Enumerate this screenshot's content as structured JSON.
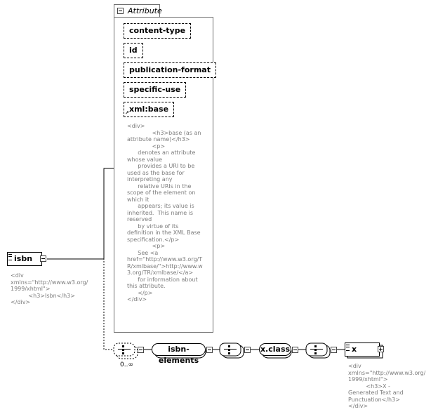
{
  "root_element": {
    "name": "isbn",
    "documentation": "<div\nxmlns=\"http://www.w3.org/\n1999/xhtml\">\n          <h3>Isbn</h3>\n</div>"
  },
  "attribute_group": {
    "label": "Attribute",
    "attributes": [
      {
        "name": "content-type"
      },
      {
        "name": "id"
      },
      {
        "name": "publication-format"
      },
      {
        "name": "specific-use"
      },
      {
        "name": "xml:base",
        "is_reference": true
      }
    ],
    "xml_base_documentation": "<div>\n              <h3>base (as an\nattribute name)</h3>\n              <p>\n      denotes an attribute\nwhose value\n      provides a URI to be\nused as the base for\ninterpreting any\n      relative URIs in the\nscope of the element on\nwhich it\n      appears; its value is\ninherited.  This name is\nreserved\n      by virtue of its\ndefinition in the XML Base\nspecification.</p>\n              <p>\n      See <a\nhref=\"http://www.w3.org/T\nR/xmlbase/\">http://www.w\n3.org/TR/xmlbase/</a>\n      for information about\nthis attribute.\n      </p>\n</div>"
  },
  "content_model": {
    "outer_choice_occurrence": "0..∞",
    "group_isbn_elements": "isbn-elements",
    "group_x_class": "x.class",
    "child_element": {
      "name": "x",
      "documentation": "<div\nxmlns=\"http://www.w3.org/\n1999/xhtml\">\n          <h3>X -\nGenerated Text and\nPunctuation</h3>\n</div>"
    }
  }
}
